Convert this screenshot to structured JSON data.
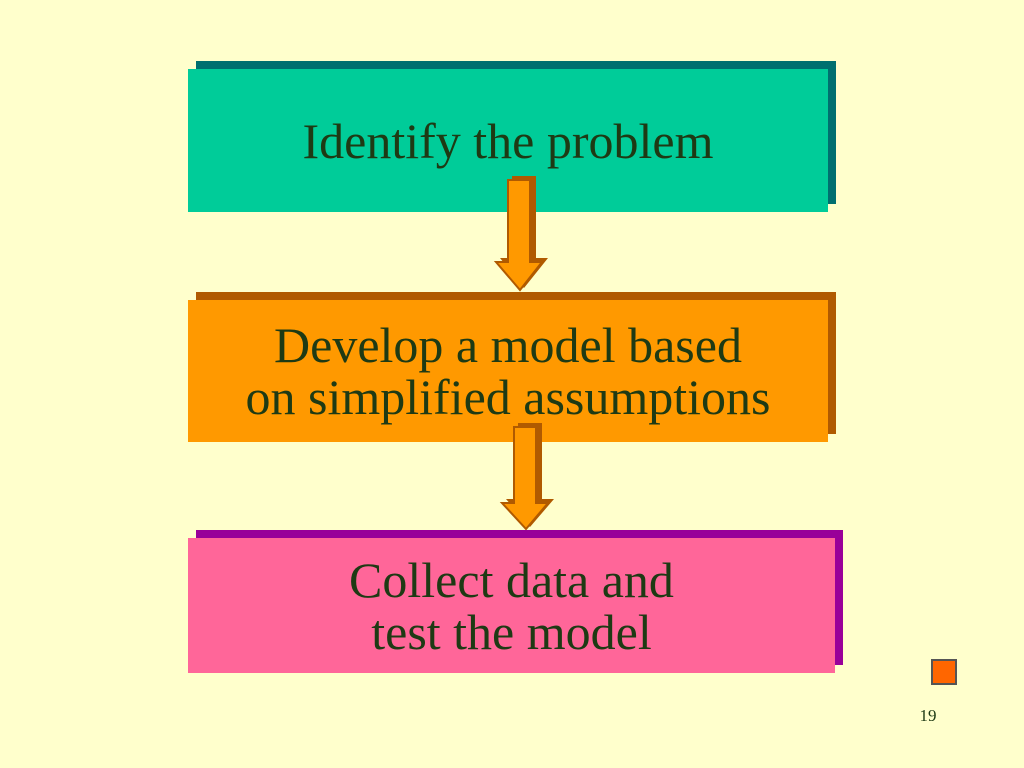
{
  "slide": {
    "background_color": "#ffffcc",
    "page_number": "19"
  },
  "flowchart": {
    "steps": [
      {
        "lines": [
          "Identify the problem"
        ],
        "fill_color": "#00cc99",
        "shadow_color": "#006f6f"
      },
      {
        "lines": [
          "Develop a model based",
          "on simplified assumptions"
        ],
        "fill_color": "#ff9900",
        "shadow_color": "#b05a00"
      },
      {
        "lines": [
          "Collect data and",
          "test the model"
        ],
        "fill_color": "#ff6699",
        "shadow_color": "#990099"
      }
    ],
    "connectors": [
      {
        "from": "step-1",
        "to": "step-2",
        "icon": "down-arrow-icon",
        "color": "#ff9900"
      },
      {
        "from": "step-2",
        "to": "step-3",
        "icon": "down-arrow-icon",
        "color": "#ff9900"
      }
    ],
    "text_color": "#1e3a14"
  },
  "navigation": {
    "icon": "square-bullet-icon",
    "color": "#ff6600"
  }
}
